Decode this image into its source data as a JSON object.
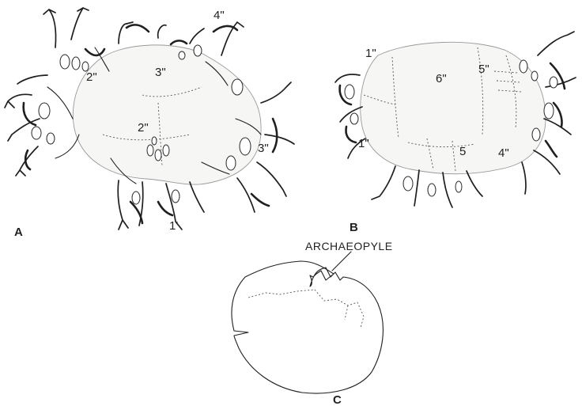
{
  "panels": {
    "a": {
      "panel_label": "A",
      "plate_labels": [
        "2\"",
        "3\"",
        "4\"",
        "2\"",
        "3\"",
        "1'"
      ]
    },
    "b": {
      "panel_label": "B",
      "plate_labels": [
        "1\"",
        "6\"",
        "5\"",
        "1\"",
        "5",
        "4\""
      ]
    },
    "c": {
      "panel_label": "C",
      "archaeopyle_label": "ARCHAEOPYLE"
    }
  }
}
